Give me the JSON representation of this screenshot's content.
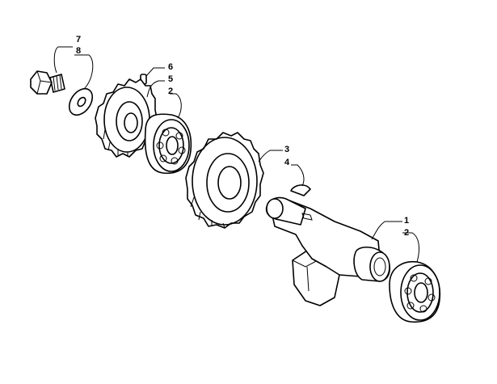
{
  "callouts": [
    {
      "id": "c7",
      "text": "7"
    },
    {
      "id": "c8",
      "text": "8"
    },
    {
      "id": "c6",
      "text": "6"
    },
    {
      "id": "c5",
      "text": "5"
    },
    {
      "id": "c2a",
      "text": "2"
    },
    {
      "id": "c3",
      "text": "3"
    },
    {
      "id": "c4",
      "text": "4"
    },
    {
      "id": "c1",
      "text": "1"
    },
    {
      "id": "c2b",
      "text": "2"
    }
  ],
  "parts": {
    "bolt": "flange-bolt",
    "washer": "washer",
    "pin": "dowel-pin",
    "small_gear": "drive-gear",
    "bearing_upper": "ball-bearing",
    "large_gear": "driven-gear",
    "key": "woodruff-key",
    "crankshaft": "crankshaft",
    "bearing_lower": "ball-bearing"
  }
}
